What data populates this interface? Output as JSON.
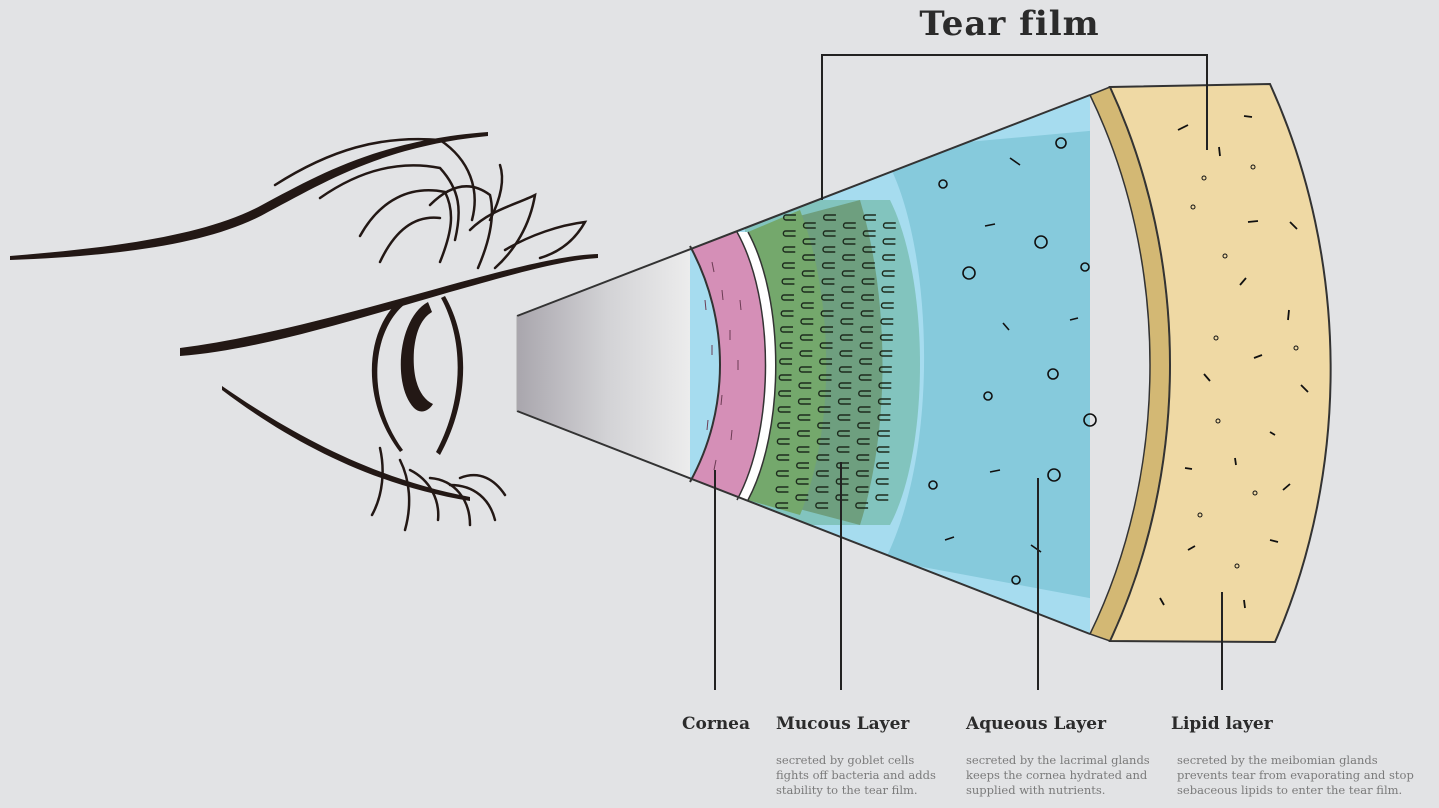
{
  "title": "Tear film",
  "labels": {
    "cornea": "Cornea",
    "mucous": "Mucous Layer",
    "aqueous": "Aqueous Layer",
    "lipid": "Lipid layer"
  },
  "descriptions": {
    "mucous": [
      "secreted by goblet cells",
      "fights off bacteria and adds",
      "stability to the tear film."
    ],
    "aqueous": [
      "secreted by the lacrimal glands",
      "keeps the cornea hydrated and",
      "supplied with nutrients."
    ],
    "lipid": [
      "secreted by the meibomian glands",
      "prevents tear from evaporating and stop",
      "sebaceous lipids to enter the tear film."
    ]
  },
  "colors": {
    "background": "#e2e3e5",
    "cornea": "#d88fb6",
    "mucous": "#6fa86a",
    "aqueous": "#8ed3e6",
    "lipid": "#efd9a3",
    "lipid_rim": "#d4b873",
    "ink": "#231815"
  }
}
